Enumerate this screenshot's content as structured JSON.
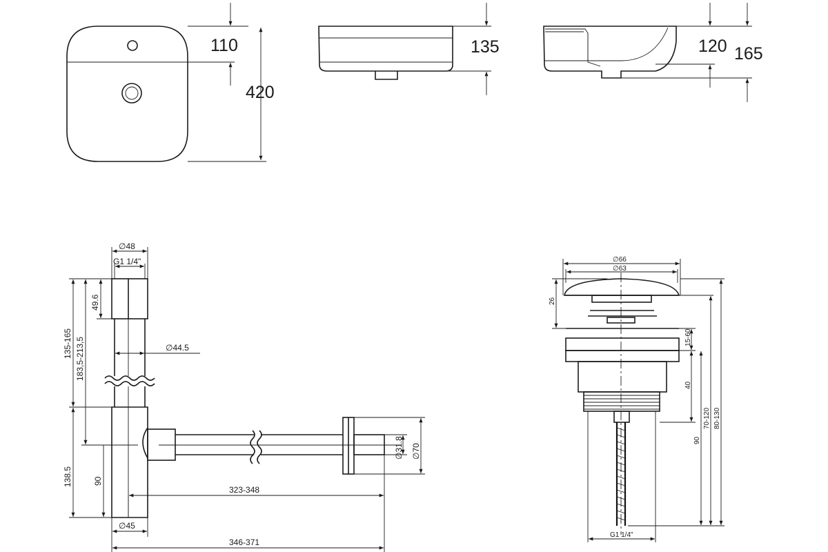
{
  "basin": {
    "top_view": {
      "dim_110": "110",
      "dim_420": "420"
    },
    "front_view": {
      "dim_135": "135"
    },
    "side_view": {
      "dim_120": "120",
      "dim_165": "165"
    }
  },
  "siphon": {
    "dia_48": "∅48",
    "thread": "G1 1/4\"",
    "dim_49_6": "49.6",
    "dim_135_165": "135-165",
    "dim_183_213": "183,5-213,5",
    "dia_44_5": "∅44.5",
    "dim_138_5": "138.5",
    "dim_90": "90",
    "dia_31_8": "∅31.8",
    "dia_70": "∅70",
    "dim_323_348": "323-348",
    "dia_45": "∅45",
    "dim_346_371": "346-371"
  },
  "drain": {
    "dia_66": "∅66",
    "dia_63": "∅63",
    "dim_26": "26",
    "dim_15_60": "15-60",
    "dim_40": "40",
    "dim_90": "90",
    "dim_70_120": "70-120",
    "dim_80_130": "80-130",
    "thread": "G1 1/4\""
  }
}
